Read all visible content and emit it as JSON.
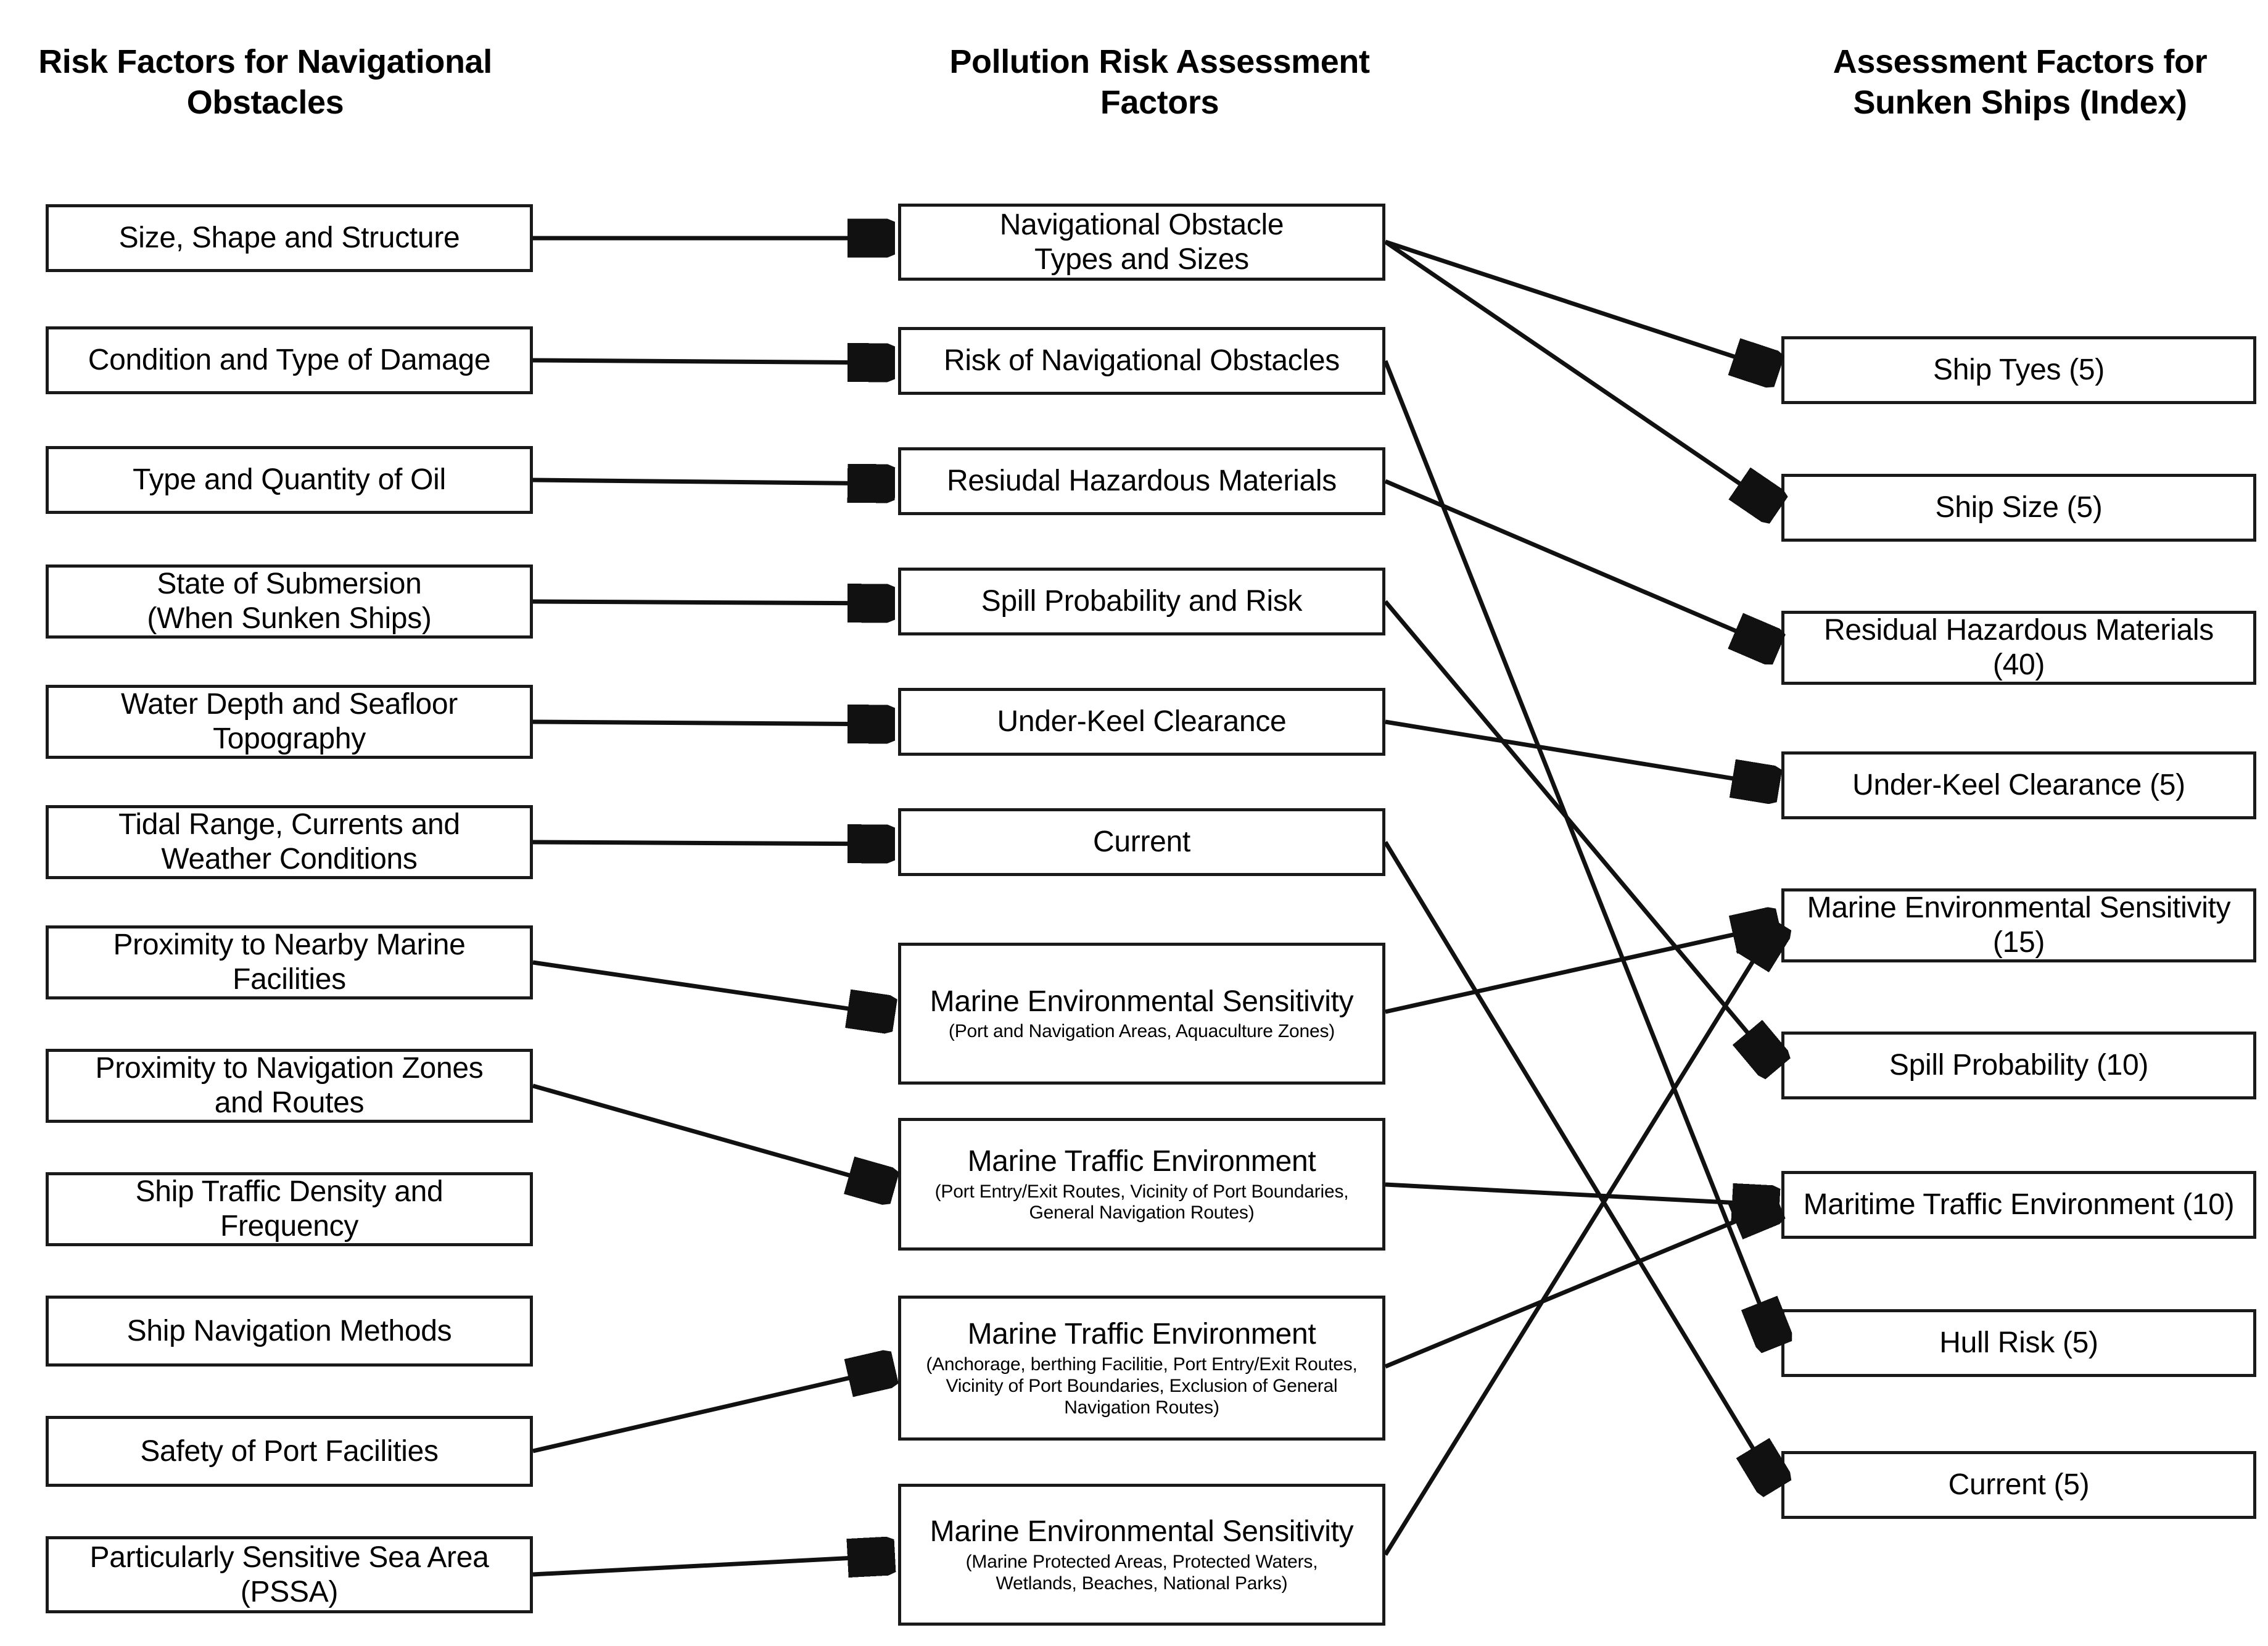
{
  "columns": {
    "left": {
      "title": "Risk Factors for\nNavigational Obstacles"
    },
    "middle": {
      "title": "Pollution Risk\nAssessment Factors"
    },
    "right": {
      "title": "Assessment Factors for\nSunken Ships (Index)"
    }
  },
  "left_nodes": [
    {
      "label": "Size, Shape and Structure"
    },
    {
      "label": "Condition and Type of Damage"
    },
    {
      "label": "Type and Quantity of Oil"
    },
    {
      "label": "State of Submersion\n(When Sunken Ships)"
    },
    {
      "label": "Water Depth and Seafloor\nTopography"
    },
    {
      "label": "Tidal Range, Currents and\nWeather Conditions"
    },
    {
      "label": "Proximity to Nearby Marine\nFacilities"
    },
    {
      "label": "Proximity to Navigation Zones\nand Routes"
    },
    {
      "label": "Ship Traffic Density and\nFrequency"
    },
    {
      "label": "Ship Navigation Methods"
    },
    {
      "label": "Safety of Port Facilities"
    },
    {
      "label": "Particularly Sensitive Sea Area\n(PSSA)"
    }
  ],
  "middle_nodes": [
    {
      "label": "Navigational Obstacle\nTypes and Sizes",
      "sub": ""
    },
    {
      "label": "Risk of Navigational Obstacles",
      "sub": ""
    },
    {
      "label": "Resiudal Hazardous Materials",
      "sub": ""
    },
    {
      "label": "Spill Probability and Risk",
      "sub": ""
    },
    {
      "label": "Under-Keel Clearance",
      "sub": ""
    },
    {
      "label": "Current",
      "sub": ""
    },
    {
      "label": "Marine Environmental Sensitivity",
      "sub": "(Port and Navigation Areas, Aquaculture Zones)"
    },
    {
      "label": "Marine Traffic Environment",
      "sub": "(Port Entry/Exit Routes, Vicinity of Port Boundaries,\nGeneral Navigation Routes)"
    },
    {
      "label": "Marine Traffic Environment",
      "sub": "(Anchorage, berthing Facilitie, Port Entry/Exit Routes,\nVicinity of Port Boundaries, Exclusion of General\nNavigation Routes)"
    },
    {
      "label": "Marine Environmental Sensitivity",
      "sub": "(Marine Protected Areas, Protected Waters,\nWetlands, Beaches, National Parks)"
    }
  ],
  "right_nodes": [
    {
      "label": "Ship Tyes (5)",
      "index": 5
    },
    {
      "label": "Ship Size (5)",
      "index": 5
    },
    {
      "label": "Residual Hazardous Materials\n(40)",
      "index": 40
    },
    {
      "label": "Under-Keel Clearance (5)",
      "index": 5
    },
    {
      "label": "Marine Environmental Sensitivity\n(15)",
      "index": 15
    },
    {
      "label": "Spill Probability (10)",
      "index": 10
    },
    {
      "label": "Maritime Traffic Environment (10)",
      "index": 10
    },
    {
      "label": "Hull Risk (5)",
      "index": 5
    },
    {
      "label": "Current (5)",
      "index": 5
    }
  ],
  "colors": {
    "stroke": "#111111",
    "box_border": "#1a1a1a",
    "background": "#ffffff",
    "text": "#000000"
  }
}
